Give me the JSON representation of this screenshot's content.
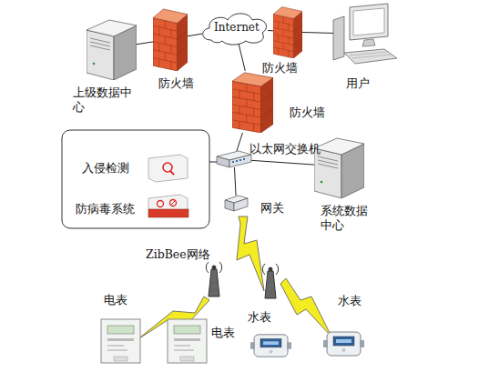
{
  "diagram": {
    "nodes": [
      {
        "text": [
          "上级数据中心"
        ]
      },
      {
        "text": [
          "防火墙"
        ]
      },
      {
        "text": [
          "Internet"
        ]
      },
      {
        "text": [
          "防火墙"
        ]
      },
      {
        "text": [
          "用户"
        ]
      },
      {
        "text": [
          "防火墙"
        ]
      },
      {
        "text": [
          "入侵检测"
        ]
      },
      {
        "text": [
          "防病毒系统"
        ]
      },
      {
        "text": [
          "以太网交换机"
        ]
      },
      {
        "text": [
          "系统数据中心"
        ]
      },
      {
        "text": [
          "网关"
        ]
      },
      {
        "text": [
          "电表"
        ]
      },
      {
        "text": [
          "电表"
        ]
      },
      {
        "text": [
          "水表"
        ]
      },
      {
        "text": [
          "水表"
        ]
      }
    ],
    "edges": [
      {
        "from": 0,
        "to": 1,
        "arrow": "none"
      },
      {
        "from": 1,
        "to": 2,
        "arrow": "none"
      },
      {
        "from": 2,
        "to": 3,
        "arrow": "none"
      },
      {
        "from": 3,
        "to": 4,
        "arrow": "none"
      },
      {
        "from": 2,
        "to": 5,
        "arrow": "none"
      },
      {
        "from": 5,
        "to": 8,
        "arrow": "none"
      },
      {
        "from": 8,
        "to": 9,
        "arrow": "none"
      },
      {
        "from": 8,
        "to": 10,
        "arrow": "none"
      }
    ],
    "labels": [
      "ZibBee网络"
    ]
  }
}
